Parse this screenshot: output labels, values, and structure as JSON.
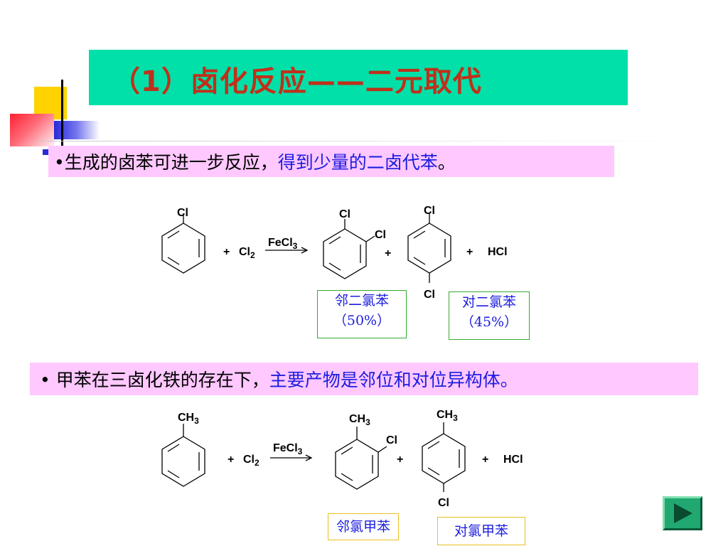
{
  "title": "（1）卤化反应——二元取代",
  "bullet1": {
    "black": "•生成的卤苯可进一步反应，",
    "blue": "得到少量的二卤代苯",
    "end": "。"
  },
  "bullet2": {
    "black": "•  甲苯在三卤化铁的存在下，",
    "blue": "主要产物是邻位和对位异构体。"
  },
  "reaction1": {
    "reactant_sub": "Cl",
    "plus": "+",
    "reagent": "Cl",
    "reagent_sub": "2",
    "catalyst": "FeCl",
    "catalyst_sub": "3",
    "ortho_sub1": "Cl",
    "ortho_sub2": "Cl",
    "para_sub_top": "Cl",
    "para_sub_bottom": "Cl",
    "byproduct": "HCl",
    "ortho_name_line1": "邻二氯苯",
    "ortho_name_line2": "（50%）",
    "para_name_line1": "对二氯苯",
    "para_name_line2": "（45%）"
  },
  "reaction2": {
    "reactant_sub": "CH",
    "reactant_sub_n": "3",
    "plus": "+",
    "reagent": "Cl",
    "reagent_sub": "2",
    "catalyst": "FeCl",
    "catalyst_sub": "3",
    "ortho_sub1": "CH",
    "ortho_sub1_n": "3",
    "ortho_sub2": "Cl",
    "para_sub_top": "CH",
    "para_sub_top_n": "3",
    "para_sub_bottom": "Cl",
    "byproduct": "HCl",
    "ortho_name": "邻氯甲苯",
    "para_name": "对氯甲苯"
  },
  "nav": {
    "next_icon": "play-triangle-icon"
  },
  "colors": {
    "title_bg": "#00e0a8",
    "title_text": "#c0301a",
    "bullet_bg": "#ffc8ff",
    "highlight_text": "#1c1ce0",
    "nav_button": "#20a870"
  }
}
